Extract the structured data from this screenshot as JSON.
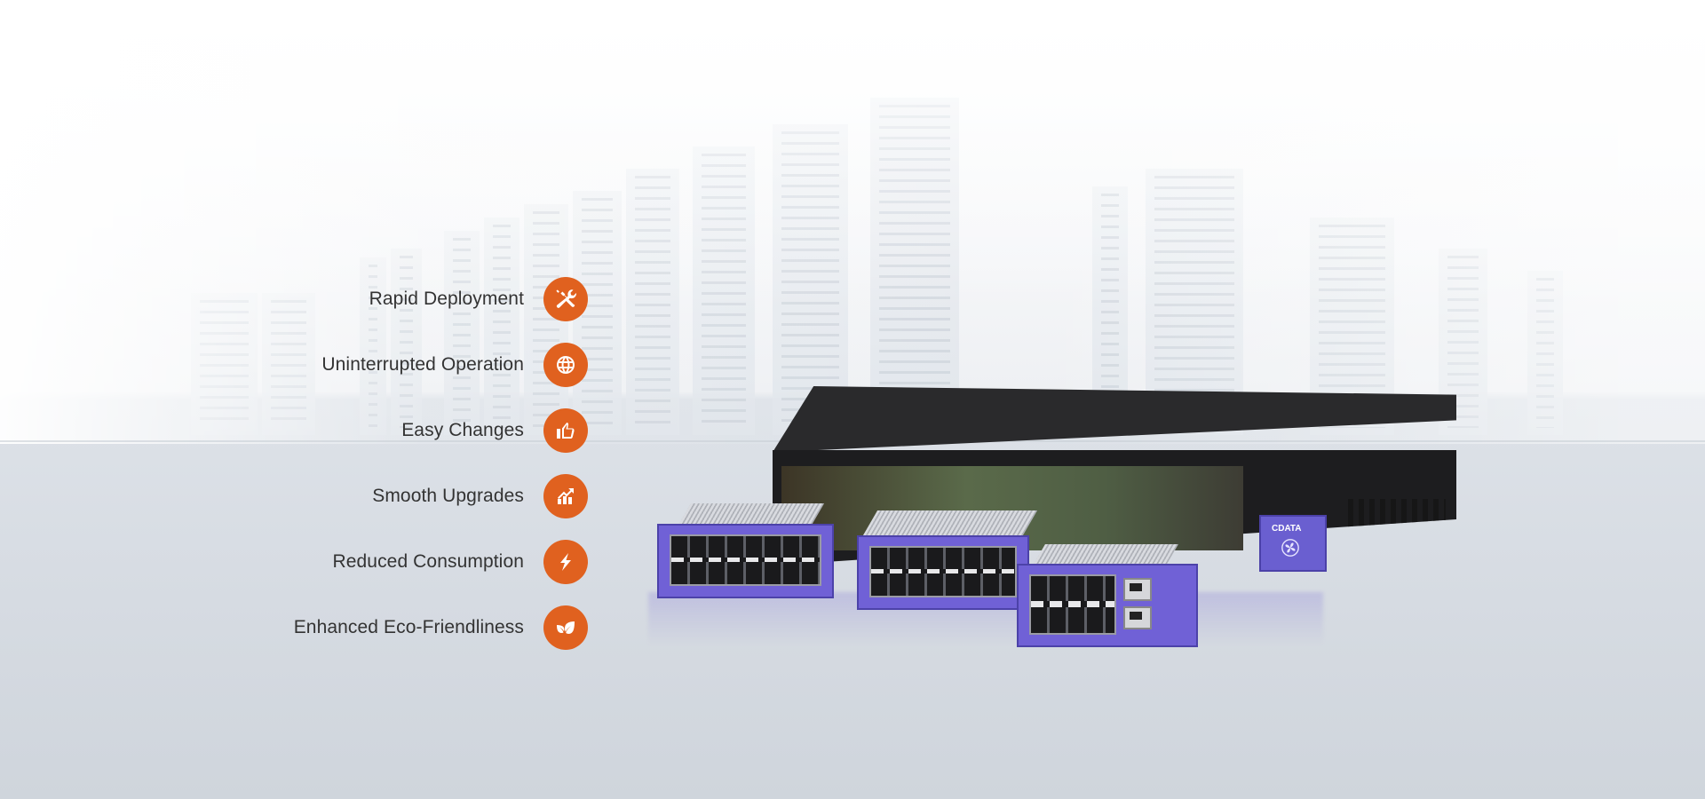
{
  "features": [
    {
      "label": "Rapid Deployment",
      "icon": "tools-icon"
    },
    {
      "label": "Uninterrupted Operation",
      "icon": "globe-icon"
    },
    {
      "label": "Easy Changes",
      "icon": "thumbs-up-icon"
    },
    {
      "label": "Smooth Upgrades",
      "icon": "growth-chart-icon"
    },
    {
      "label": "Reduced Consumption",
      "icon": "lightning-icon"
    },
    {
      "label": "Enhanced Eco-Friendliness",
      "icon": "leaf-icon"
    }
  ],
  "device": {
    "brand_logo": "CDATA",
    "fan_icon": "fan-icon"
  },
  "colors": {
    "accent": "#e0611f",
    "feature_text": "#333333",
    "module_purple": "#7061d6",
    "chassis": "#1d1d1f"
  }
}
